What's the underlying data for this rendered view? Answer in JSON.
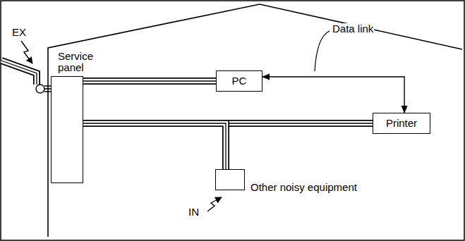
{
  "diagram": {
    "nodes": [
      {
        "text": [
          "Service panel"
        ]
      },
      {
        "text": [
          "PC"
        ]
      },
      {
        "text": [
          "Printer"
        ]
      },
      {
        "text": [
          "Other noisy equipment"
        ]
      }
    ],
    "edges": [
      {
        "from": 0,
        "to": 1,
        "arrow": "none"
      },
      {
        "from": 0,
        "to": 2,
        "arrow": "none"
      },
      {
        "from": 0,
        "to": 3,
        "arrow": "none"
      },
      {
        "from": 1,
        "to": 2,
        "arrow": "both"
      }
    ],
    "labels": [
      "EX",
      "IN",
      "Data link"
    ]
  }
}
